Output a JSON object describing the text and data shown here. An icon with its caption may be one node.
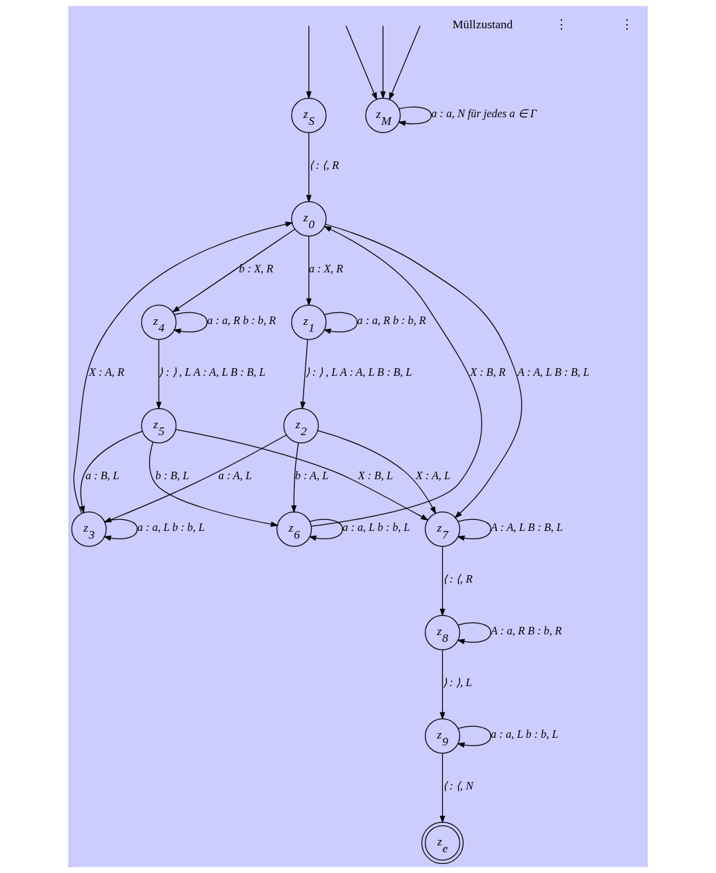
{
  "diagram": {
    "nodes": [
      {
        "text": [
          "z$_{S}$"
        ]
      },
      {
        "text": [
          "z$_{0}$"
        ]
      },
      {
        "text": [
          "z$_{1}$"
        ]
      },
      {
        "text": [
          "z$_{2}$"
        ]
      },
      {
        "text": [
          "z$_{3}$"
        ]
      },
      {
        "text": [
          "z$_{7}$"
        ]
      },
      {
        "text": [
          "z$_{4}$"
        ]
      },
      {
        "text": [
          "z$_{5}$"
        ]
      },
      {
        "text": [
          "z$_{6}$"
        ]
      },
      {
        "text": [
          "z$_{8}$"
        ]
      },
      {
        "text": [
          "z$_{9}$"
        ]
      },
      {
        "text": [
          "z$_{e}$"
        ]
      },
      {
        "text": [
          "z$_{M}$"
        ]
      }
    ],
    "edges": [
      {
        "from": null,
        "to": 0,
        "arrow": "to"
      },
      {
        "from": 0,
        "to": 1,
        "arrow": "to",
        "label": "⟨ : ⟨, R"
      },
      {
        "from": 2,
        "to": 2,
        "arrow": "to",
        "label": "a : a, R b : b, R"
      },
      {
        "from": 3,
        "to": 5,
        "arrow": "to",
        "label": "X : A, L"
      },
      {
        "from": 1,
        "to": 2,
        "arrow": "to",
        "label": "a : X, R"
      },
      {
        "from": 2,
        "to": 3,
        "arrow": "to",
        "label": "⟩ : ⟩ , L A : A, L B : B, L"
      },
      {
        "from": 4,
        "to": 4,
        "arrow": "to",
        "label": "a : a, L b : b, L"
      },
      {
        "from": 3,
        "to": 4,
        "arrow": "to",
        "label": "a : A, L"
      },
      {
        "from": 4,
        "to": 1,
        "arrow": "to",
        "label": "X : A, R"
      },
      {
        "from": 3,
        "to": 8,
        "arrow": "to",
        "label": "b : A, L"
      },
      {
        "from": 5,
        "to": 5,
        "arrow": "to",
        "label": "A : A, L B : B, L"
      },
      {
        "from": 1,
        "to": 5,
        "arrow": "to",
        "label": "A : A, L B : B, L"
      },
      {
        "from": 1,
        "to": 6,
        "arrow": "to",
        "label": "b : X, R"
      },
      {
        "from": 7,
        "to": 4,
        "arrow": "to",
        "label": "a : B, L"
      },
      {
        "from": 8,
        "to": 1,
        "arrow": "to",
        "label": "X : B, R"
      },
      {
        "from": 6,
        "to": 7,
        "arrow": "to",
        "label": "⟩ : ⟩ , L A : A, L B : B, L"
      },
      {
        "from": 7,
        "to": 8,
        "arrow": "to",
        "label": "b : B, L"
      },
      {
        "from": 6,
        "to": 6,
        "arrow": "to",
        "label": "a : a, R b : b, R"
      },
      {
        "from": 8,
        "to": 8,
        "arrow": "to",
        "label": "a : a, L b : b, L"
      },
      {
        "from": 7,
        "to": 5,
        "arrow": "to",
        "label": "X : B, L"
      },
      {
        "from": 5,
        "to": 9,
        "arrow": "to",
        "label": "⟨ : ⟨, R"
      },
      {
        "from": 9,
        "to": 9,
        "arrow": "to",
        "label": "A : a, R B : b, R"
      },
      {
        "from": 9,
        "to": 10,
        "arrow": "to",
        "label": "⟩ : ⟩, L"
      },
      {
        "from": 10,
        "to": 10,
        "arrow": "to",
        "label": "a : a, L b : b, L"
      },
      {
        "from": 10,
        "to": 11,
        "arrow": "to",
        "label": "⟨ : ⟨, N"
      },
      {
        "from": null,
        "to": 12,
        "arrow": "to"
      },
      {
        "from": null,
        "to": 12,
        "arrow": "to"
      },
      {
        "from": null,
        "to": 12,
        "arrow": "to"
      },
      {
        "from": 12,
        "to": 12,
        "arrow": "to",
        "label": "a : a, N für jedes a ∈ Γ"
      }
    ],
    "labels": [
      "Müllzustand",
      "⋮",
      "⋮"
    ]
  }
}
